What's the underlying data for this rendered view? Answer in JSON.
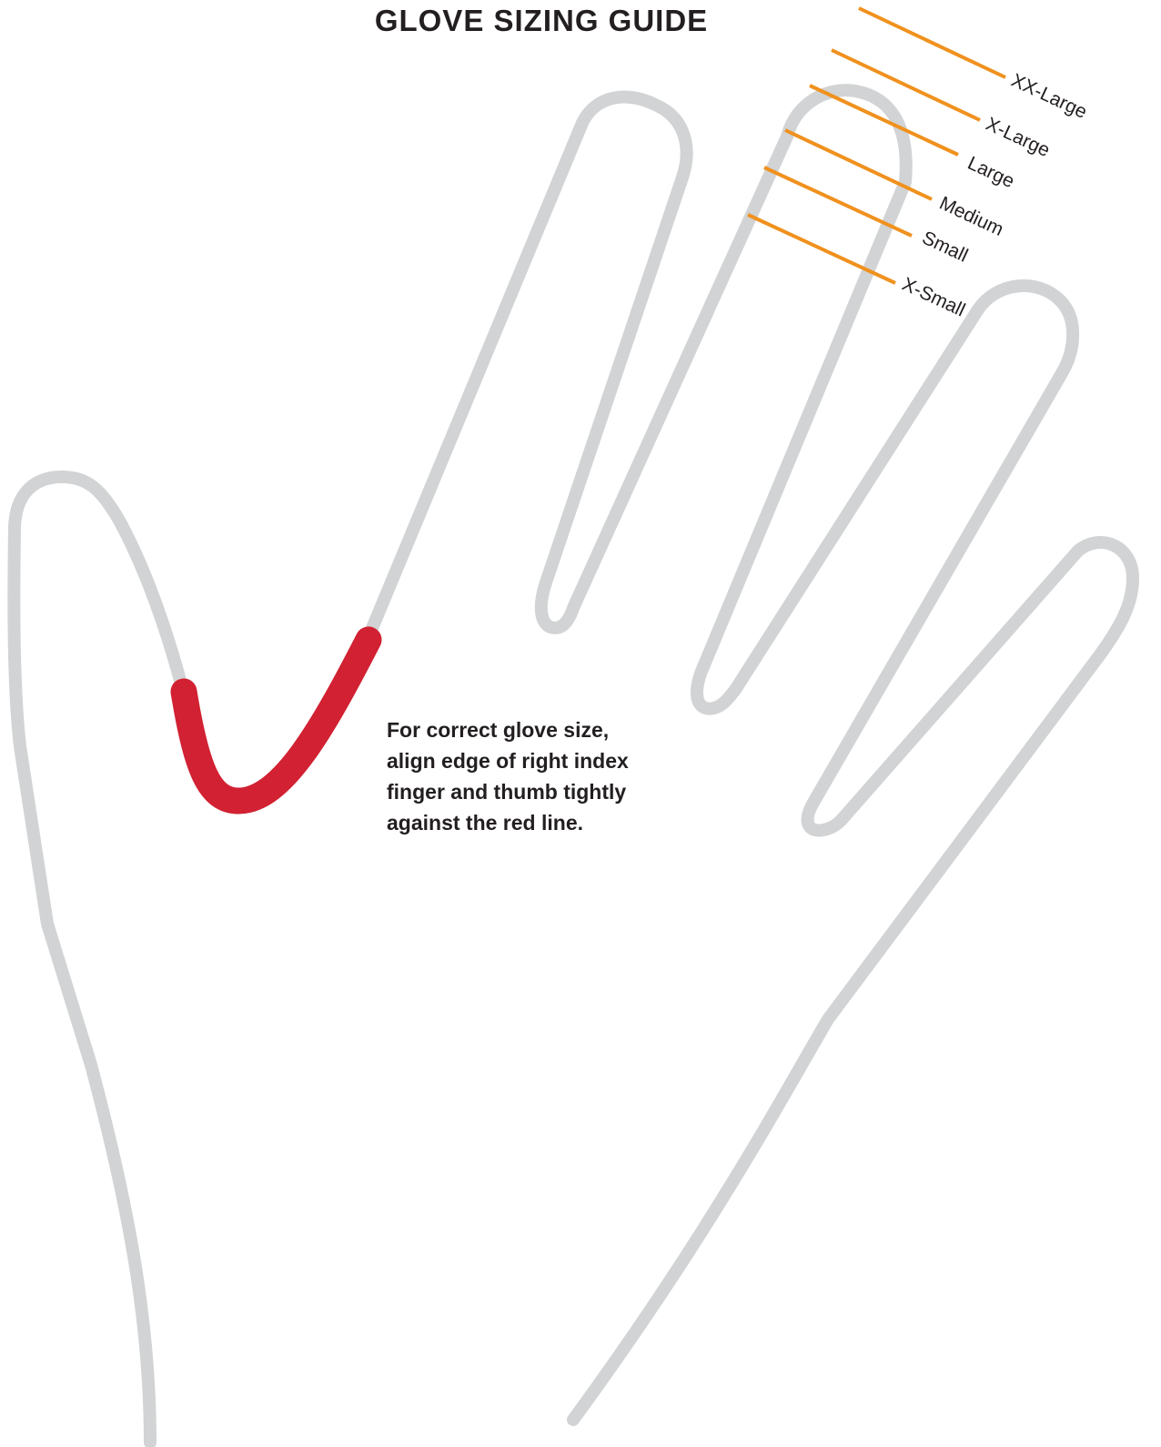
{
  "title": "GLOVE SIZING GUIDE",
  "instruction": {
    "lines": [
      "For correct glove size,",
      "align edge of right index",
      "finger and thumb tightly",
      "against the red line."
    ]
  },
  "size_scale": {
    "sizes": [
      {
        "label": "XX-Large"
      },
      {
        "label": "X-Large"
      },
      {
        "label": "Large"
      },
      {
        "label": "Medium"
      },
      {
        "label": "Small"
      },
      {
        "label": "X-Small"
      }
    ]
  },
  "colors": {
    "hand_outline": "#d1d3d4",
    "red_line": "#d12132",
    "size_ticks": "#f0911e",
    "text": "#231f20"
  }
}
